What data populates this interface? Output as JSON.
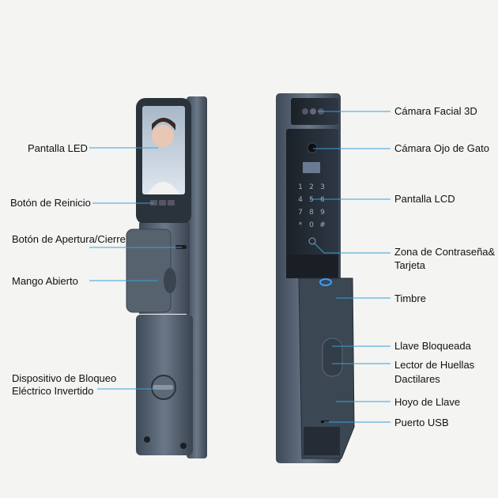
{
  "colors": {
    "background": "#f4f4f2",
    "leader_line": "#3a9fd6",
    "lock_body": "#4a5666",
    "lock_dark": "#1f262e"
  },
  "left_labels": [
    {
      "lines": [
        "Pantalla LED"
      ]
    },
    {
      "lines": [
        "Botón de Reinicio"
      ]
    },
    {
      "lines": [
        "Botón de Apertura/Cierre"
      ]
    },
    {
      "lines": [
        "Mango Abierto"
      ]
    },
    {
      "lines": [
        "Dispositivo de Bloqueo",
        "Eléctrico Invertido"
      ]
    }
  ],
  "right_labels": [
    {
      "lines": [
        "Cámara Facial 3D"
      ]
    },
    {
      "lines": [
        "Cámara Ojo de Gato"
      ]
    },
    {
      "lines": [
        "Pantalla LCD"
      ]
    },
    {
      "lines": [
        "Zona de Contraseña&",
        "Tarjeta"
      ]
    },
    {
      "lines": [
        "Timbre"
      ]
    },
    {
      "lines": [
        "Llave Bloqueada"
      ]
    },
    {
      "lines": [
        "Lector de Huellas",
        "Dactilares"
      ]
    },
    {
      "lines": [
        "Hoyo de Llave"
      ]
    },
    {
      "lines": [
        "Puerto USB"
      ]
    }
  ],
  "keypad": [
    "1",
    "2",
    "3",
    "4",
    "5",
    "6",
    "7",
    "8",
    "9",
    "*",
    "0",
    "#"
  ]
}
